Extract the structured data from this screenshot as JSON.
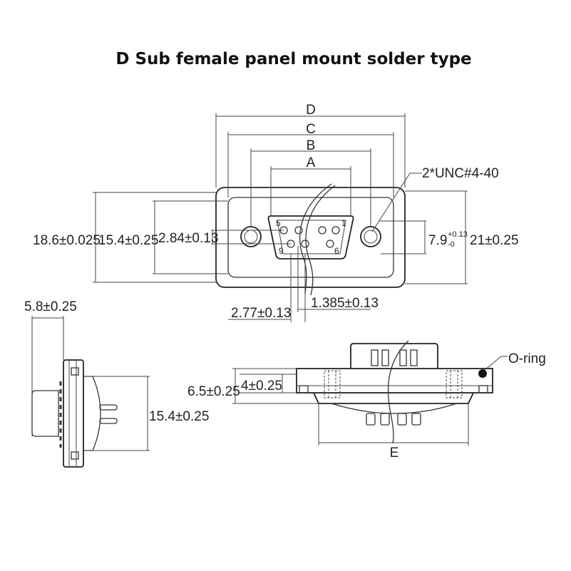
{
  "title": "D Sub female panel mount solder type",
  "front_view": {
    "dim_a": "A",
    "dim_b": "B",
    "dim_c": "C",
    "dim_d": "D",
    "screw_label": "2*UNC#4-40",
    "height_outer": "18.6±0.025",
    "height_inner": "15.4±0.25",
    "row_spacing": "2.84±0.13",
    "hole_offset_main": "7.9",
    "hole_offset_tol_plus": "+0.13",
    "hole_offset_tol_minus": "-0",
    "height_flange": "21±0.25",
    "pitch": "2.77±0.13",
    "half_pitch": "1.385±0.13",
    "pins": [
      "5",
      "1",
      "9",
      "6"
    ]
  },
  "side_view": {
    "depth": "5.8±0.25",
    "height": "15.4±0.25"
  },
  "bottom_view": {
    "oring": "O-ring",
    "height_total": "6.5±0.25",
    "height_flange": "4±0.25",
    "dim_e": "E"
  }
}
